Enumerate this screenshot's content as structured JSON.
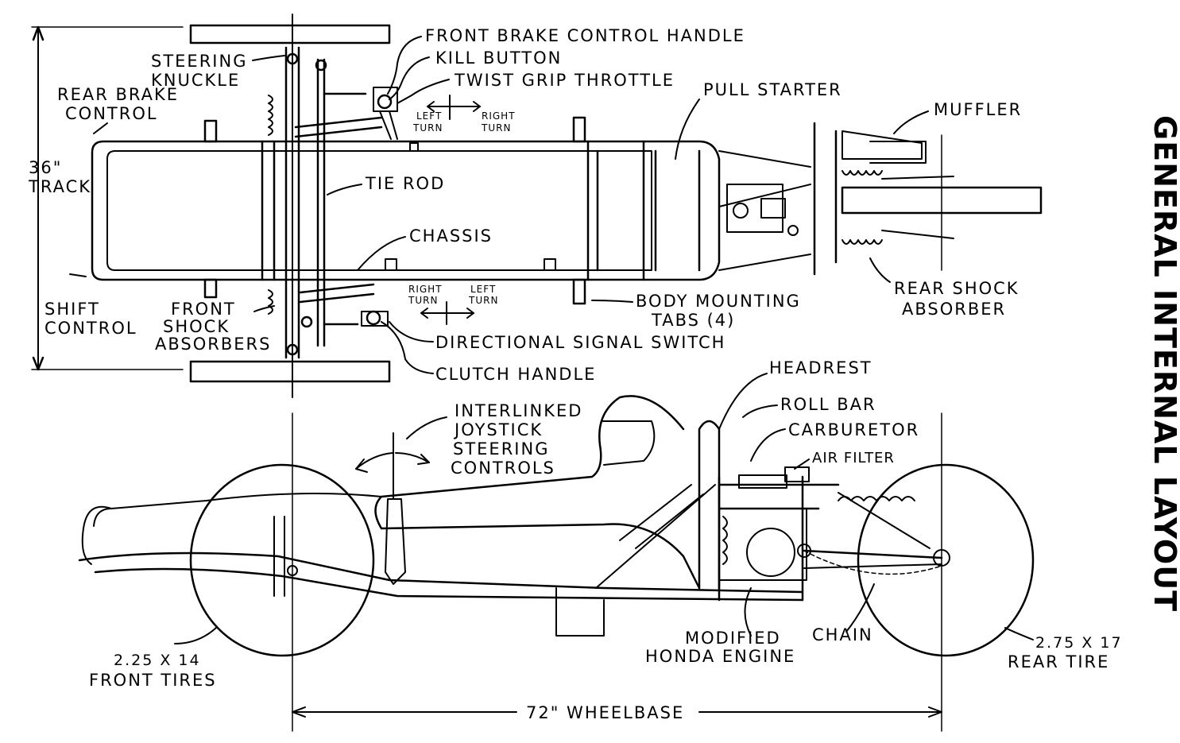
{
  "title": "GENERAL INTERNAL LAYOUT",
  "top_view_labels": {
    "front_brake": "FRONT BRAKE CONTROL HANDLE",
    "kill_button": "KILL BUTTON",
    "twist_grip": "TWIST GRIP THROTTLE",
    "steering": "STEERING",
    "knuckle": "KNUCKLE",
    "rear_brake": "REAR BRAKE",
    "control": "CONTROL",
    "left_turn_1": "LEFT",
    "left_turn_2": "TURN",
    "right_turn_1": "RIGHT",
    "right_turn_2": "TURN",
    "pull_starter": "PULL STARTER",
    "muffler": "MUFFLER",
    "track_1": "36\"",
    "track_2": "TRACK",
    "tie_rod": "TIE ROD",
    "chassis": "CHASSIS",
    "shift_1": "SHIFT",
    "shift_2": "CONTROL",
    "front_shock_1": "FRONT",
    "front_shock_2": "SHOCK",
    "front_shock_3": "ABSORBERS",
    "right_turn_b1": "RIGHT",
    "right_turn_b2": "TURN",
    "left_turn_b1": "LEFT",
    "left_turn_b2": "TURN",
    "body_tabs_1": "BODY   MOUNTING",
    "body_tabs_2": "TABS  (4)",
    "rear_shock_1": "REAR  SHOCK",
    "rear_shock_2": "ABSORBER",
    "directional": "DIRECTIONAL SIGNAL SWITCH",
    "clutch": "CLUTCH HANDLE"
  },
  "side_view_labels": {
    "headrest": "HEADREST",
    "roll_bar": "ROLL BAR",
    "carburetor": "CARBURETOR",
    "air_filter": "AIR FILTER",
    "joystick_1": "INTERLINKED",
    "joystick_2": "JOYSTICK",
    "joystick_3": "STEERING",
    "joystick_4": "CONTROLS",
    "front_tires_1": "2.25 X 14",
    "front_tires_2": "FRONT TIRES",
    "engine_1": "MODIFIED",
    "engine_2": "HONDA  ENGINE",
    "chain": "CHAIN",
    "rear_tire_1": "2.75 X 17",
    "rear_tire_2": "REAR TIRE",
    "wheelbase": "72\"  WHEELBASE"
  }
}
